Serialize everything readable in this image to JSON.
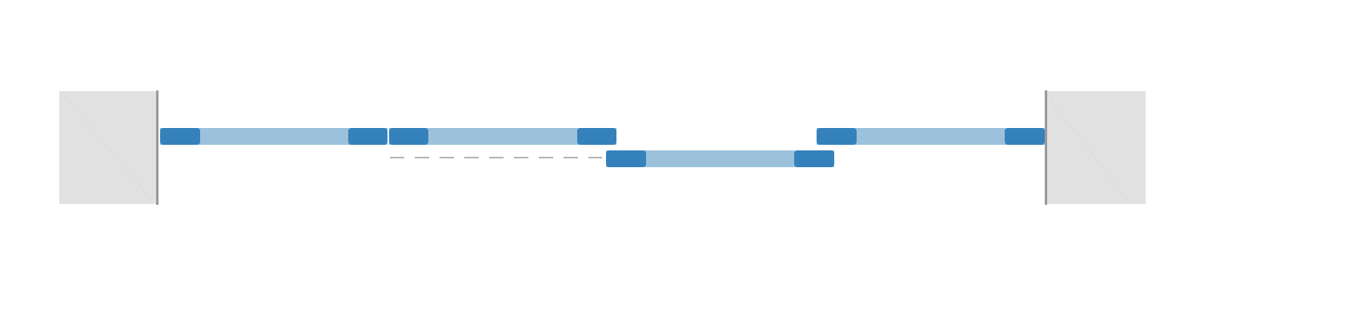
{
  "colors": {
    "background": "#ffffff",
    "wall_fill": "#e1e1e1",
    "wall_edge": "#999999",
    "segment_body": "#9cc1dc",
    "segment_cap": "#3581bb",
    "dashed_guide": "#b5b5b5"
  },
  "segments": [
    {
      "id": "segment-1",
      "row": "upper"
    },
    {
      "id": "segment-2",
      "row": "upper"
    },
    {
      "id": "segment-3",
      "row": "lower"
    },
    {
      "id": "segment-4",
      "row": "upper"
    }
  ]
}
